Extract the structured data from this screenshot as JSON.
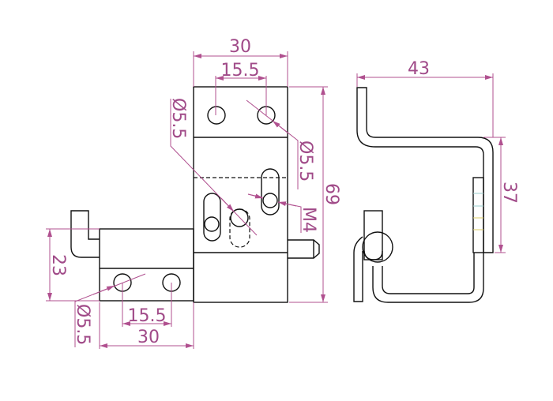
{
  "drawing": {
    "front_view": {
      "top_width": "30",
      "top_hole_spacing": "15.5",
      "hole_dia_left": "Ø5.5",
      "hole_dia_right": "Ø5.5",
      "height": "69",
      "thread": "M4",
      "lower_height": "23",
      "lower_hole_dia": "Ø5.5",
      "lower_hole_spacing": "15.5",
      "lower_width": "30"
    },
    "side_view": {
      "width": "43",
      "height": "37"
    },
    "colors": {
      "dimension": "#b0508f",
      "outline": "#111111"
    }
  }
}
